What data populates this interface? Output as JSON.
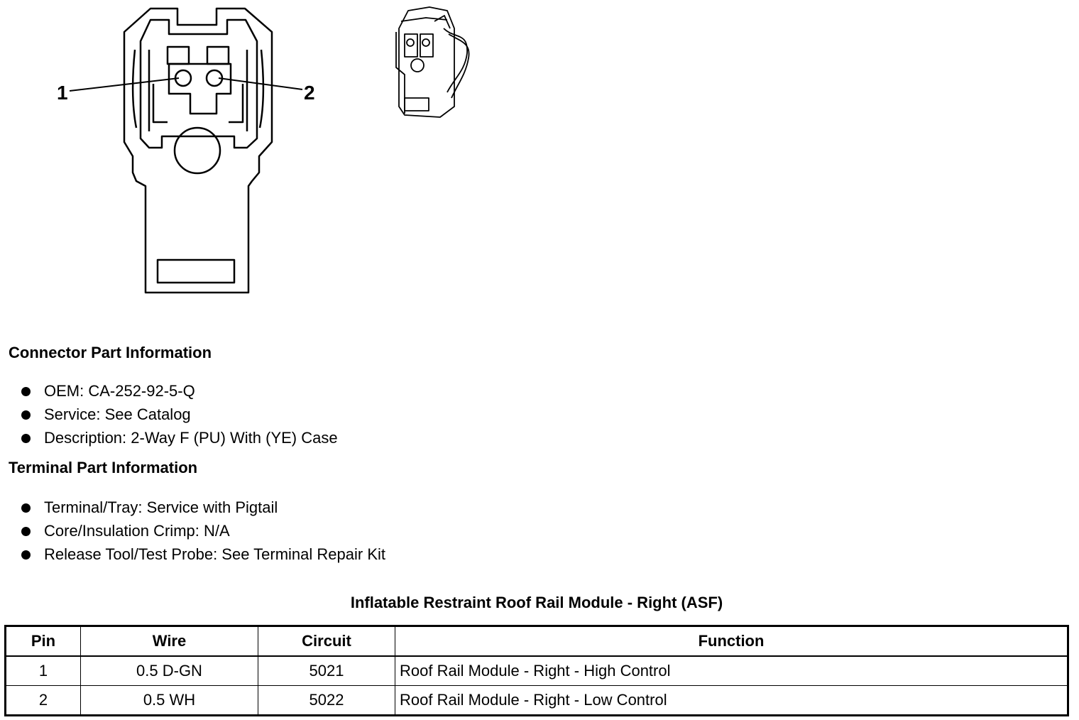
{
  "diagram": {
    "pin_labels": [
      "1",
      "2"
    ]
  },
  "connector_info": {
    "title": "Connector Part Information",
    "items": [
      "OEM: CA-252-92-5-Q",
      "Service: See Catalog",
      "Description: 2-Way F (PU) With (YE) Case"
    ]
  },
  "terminal_info": {
    "title": "Terminal Part Information",
    "items": [
      "Terminal/Tray: Service with Pigtail",
      "Core/Insulation Crimp: N/A",
      "Release Tool/Test Probe: See Terminal Repair Kit"
    ]
  },
  "table": {
    "title": "Inflatable Restraint Roof Rail Module - Right (ASF)",
    "headers": [
      "Pin",
      "Wire",
      "Circuit",
      "Function"
    ],
    "rows": [
      [
        "1",
        "0.5 D-GN",
        "5021",
        "Roof Rail Module - Right - High Control"
      ],
      [
        "2",
        "0.5 WH",
        "5022",
        "Roof Rail Module - Right - Low Control"
      ]
    ]
  }
}
